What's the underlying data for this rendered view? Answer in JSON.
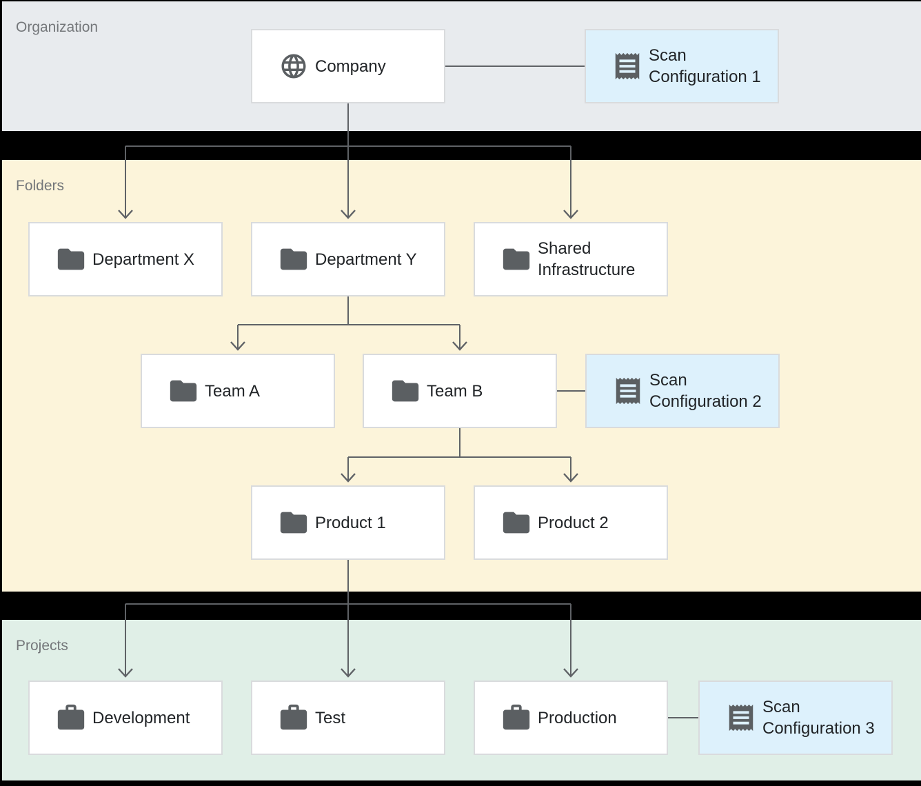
{
  "diagram": {
    "sections": {
      "organization": {
        "label": "Organization"
      },
      "folders": {
        "label": "Folders"
      },
      "projects": {
        "label": "Projects"
      }
    },
    "nodes": {
      "company": {
        "label": "Company",
        "icon": "globe-icon"
      },
      "scan_config_1": {
        "label": "Scan Configuration 1",
        "icon": "receipt-icon"
      },
      "department_x": {
        "label": "Department X",
        "icon": "folder-icon"
      },
      "department_y": {
        "label": "Department Y",
        "icon": "folder-icon"
      },
      "shared_infrastructure": {
        "label": "Shared Infrastructure",
        "icon": "folder-icon"
      },
      "team_a": {
        "label": "Team A",
        "icon": "folder-icon"
      },
      "team_b": {
        "label": "Team B",
        "icon": "folder-icon"
      },
      "scan_config_2": {
        "label": "Scan Configuration 2",
        "icon": "receipt-icon"
      },
      "product_1": {
        "label": "Product 1",
        "icon": "folder-icon"
      },
      "product_2": {
        "label": "Product 2",
        "icon": "folder-icon"
      },
      "development": {
        "label": "Development",
        "icon": "briefcase-icon"
      },
      "test": {
        "label": "Test",
        "icon": "briefcase-icon"
      },
      "production": {
        "label": "Production",
        "icon": "briefcase-icon"
      },
      "scan_config_3": {
        "label": "Scan Configuration 3",
        "icon": "receipt-icon"
      }
    },
    "colors": {
      "background": "#000000",
      "organization_band": "#e8ebee",
      "folders_band": "#fcf4da",
      "projects_band": "#e0efe7",
      "node_fill": "#ffffff",
      "scan_node_fill": "#ddf1fc",
      "node_border": "#d9dbdd",
      "connector": "#5f6266",
      "icon": "#5b5f62",
      "node_text": "#212427",
      "section_label": "#74777a"
    }
  }
}
